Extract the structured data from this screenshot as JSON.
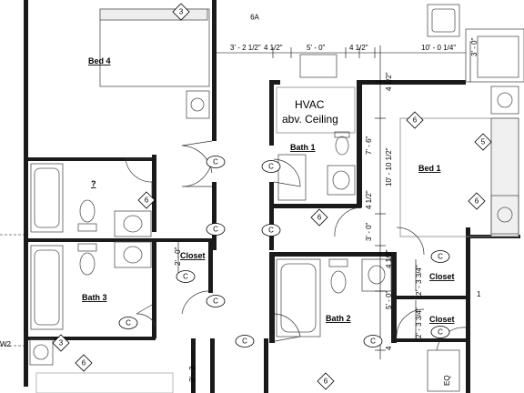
{
  "rooms": {
    "bed4": "Bed 4",
    "bed1": "Bed 1",
    "bath1": "Bath 1",
    "bath2": "Bath 2",
    "bath3": "Bath 3",
    "unknown": "?",
    "closet_left": "Closet",
    "closet_right_upper": "Closet",
    "closet_right_lower": "Closet"
  },
  "hvac": {
    "line1": "HVAC",
    "line2": "abv. Ceiling"
  },
  "dims": {
    "d1": "3' - 2 1/2\"",
    "d2": "4 1/2\"",
    "d3": "5' - 0\"",
    "d4": "4 1/2\"",
    "d5": "10' - 0 1/4\"",
    "v1": "3' - 0\"",
    "v2": "4 1/2\"",
    "v3": "7' - 6\"",
    "v4": "10' - 10 1/2\"",
    "v5": "4 1/2\"",
    "v6": "3' - 0\"",
    "v7": "4 1/2\"",
    "v8": "5' - 0\"",
    "v9": "4",
    "v10": "2' - 3 3/4\"",
    "v11": "2' - 3 3/4\"",
    "v12": "2' - 0\"",
    "v13": "3' - 2"
  },
  "tags": {
    "k3": "3",
    "k5": "5",
    "k6": "6",
    "k6a": "6A",
    "door": "C",
    "w2": "W2",
    "one": "1",
    "eq": "EQ"
  }
}
